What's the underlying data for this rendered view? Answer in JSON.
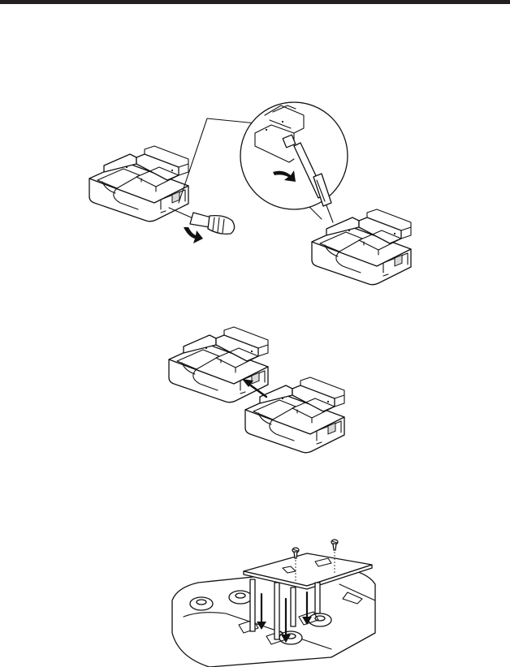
{
  "page": {
    "header_bar_color": "#231f20",
    "ink_color": "#111111"
  },
  "figures": [
    {
      "name": "figure-remove-side-cover",
      "icons": [
        "charger-icon",
        "screwdriver-icon",
        "magnifier-callout-icon",
        "curved-arrow-icon"
      ]
    },
    {
      "name": "figure-connect-chargers",
      "icons": [
        "charger-icon",
        "push-arrow-icon"
      ]
    },
    {
      "name": "figure-attach-plate",
      "icons": [
        "mounting-plate-icon",
        "screw-icon",
        "down-arrow-icon"
      ]
    }
  ]
}
